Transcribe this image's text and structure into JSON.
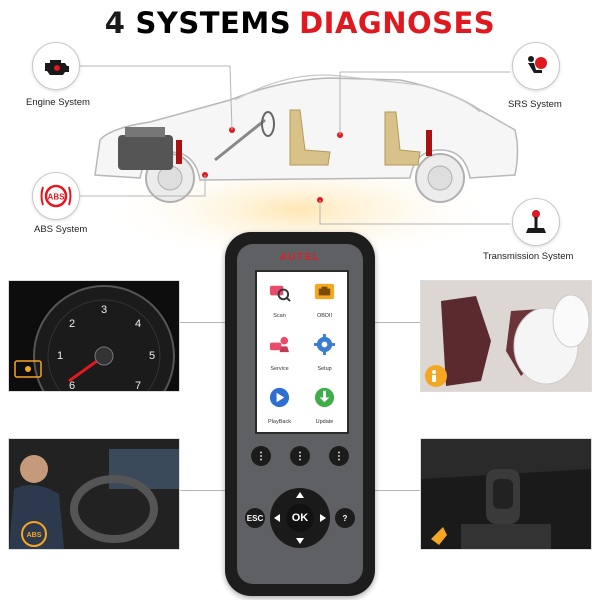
{
  "title": {
    "part1": "4",
    "part2": "SYSTEMS",
    "part3": "DIAGNOSES"
  },
  "systems": {
    "engine": {
      "label": "Engine System",
      "icon": "engine-check-icon"
    },
    "srs": {
      "label": "SRS System",
      "icon": "airbag-icon"
    },
    "abs": {
      "label": "ABS System",
      "icon": "abs-icon"
    },
    "transmission": {
      "label": "Transmission  System",
      "icon": "gear-shifter-icon"
    }
  },
  "device": {
    "brand": "AUTEL",
    "tiles": [
      {
        "label": "Scan",
        "icon": "scan-car-icon"
      },
      {
        "label": "OBDII",
        "icon": "obd-engine-icon"
      },
      {
        "label": "Service",
        "icon": "service-icon"
      },
      {
        "label": "Setup",
        "icon": "settings-gear-icon"
      },
      {
        "label": "PlayBack",
        "icon": "play-icon"
      },
      {
        "label": "Update",
        "icon": "download-icon"
      }
    ],
    "keys": {
      "esc": "ESC",
      "ok": "OK",
      "help": "?"
    }
  },
  "gauge": {
    "numbers": [
      "1",
      "2",
      "3",
      "4",
      "5",
      "6",
      "7"
    ]
  },
  "colors": {
    "accent": "#e0181f",
    "dark": "#1a1a1a",
    "amber": "#f5a623"
  }
}
